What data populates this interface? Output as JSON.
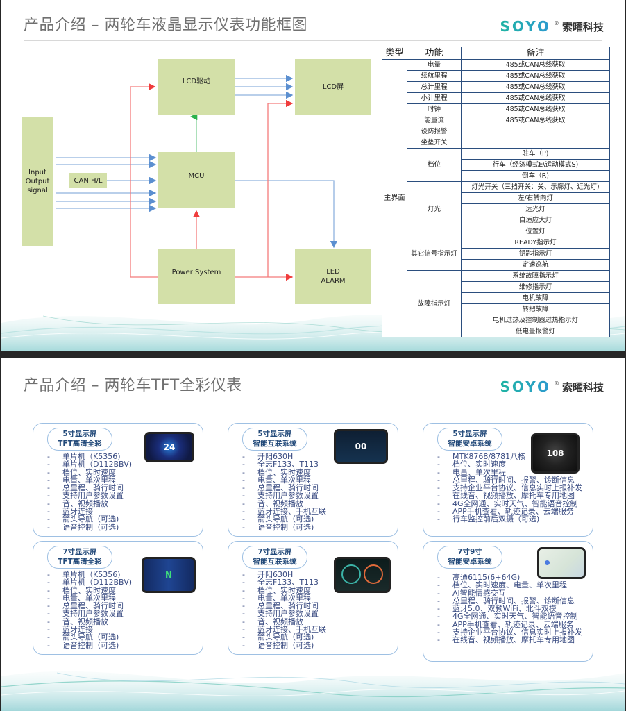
{
  "slide1": {
    "title": "产品介绍 – 两轮车液晶显示仪表功能框图",
    "logo": {
      "mark": "SOYO",
      "reg": "®",
      "cn": "索曜科技"
    },
    "diagram": {
      "blocks": {
        "io": "Input Output signal",
        "can": "CAN H/L",
        "lcd_driver": "LCD驱动",
        "lcd_screen": "LCD屏",
        "mcu": "MCU",
        "power": "Power System",
        "led_line1": "LED",
        "led_line2": "ALARM"
      },
      "colors": {
        "block": "#d3e0a8",
        "signal": "#5b8fd0",
        "power": "#f03c3c",
        "control": "#2bb24c"
      }
    },
    "table": {
      "headers": [
        "类型",
        "功能",
        "备注"
      ],
      "type_label": "主界面",
      "simple_rows": [
        {
          "func": "电量",
          "note": "485或CAN总线获取"
        },
        {
          "func": "续航里程",
          "note": "485或CAN总线获取"
        },
        {
          "func": "总计里程",
          "note": "485或CAN总线获取"
        },
        {
          "func": "小计里程",
          "note": "485或CAN总线获取"
        },
        {
          "func": "时钟",
          "note": "485或CAN总线获取"
        },
        {
          "func": "能量流",
          "note": "485或CAN总线获取"
        },
        {
          "func": "设防报警",
          "note": ""
        },
        {
          "func": "坐垫开关",
          "note": ""
        }
      ],
      "groups": [
        {
          "func": "档位",
          "notes": [
            "驻车（P)",
            "行车（经济模式E\\运动模式S)",
            "倒车（R)"
          ]
        },
        {
          "func": "灯光",
          "notes": [
            "灯光开关（三挡开关：关、示廓灯、近光灯)",
            "左/右转向灯",
            "远光灯",
            "自适应大灯",
            "位置灯"
          ]
        },
        {
          "func": "其它信号指示灯",
          "notes": [
            "READY指示灯",
            "钥匙指示灯",
            "定速巡航"
          ]
        },
        {
          "func": "故障指示灯",
          "notes": [
            "系统故障指示灯",
            "维修指示灯",
            "电机故障",
            "转把故障",
            "电机过热及控制器过热指示灯",
            "低电量报警灯"
          ]
        }
      ]
    }
  },
  "slide2": {
    "title": "产品介绍 – 两轮车TFT全彩仪表",
    "logo": {
      "mark": "SOYO",
      "reg": "®",
      "cn": "索曜科技"
    },
    "cards": [
      {
        "tag1": "5寸显示屏",
        "tag2": "TFT高清全彩",
        "screen": "24",
        "items": [
          "单片机（K5356)",
          "单片机（D112BBV)",
          "档位、实时速度",
          "电量、单次里程",
          "总里程、骑行时间",
          "支持用户参数设置",
          "音、视频播放",
          "蓝牙连接",
          "箭头导航（可选)",
          "语音控制（可选)"
        ]
      },
      {
        "tag1": "5寸显示屏",
        "tag2": "智能互联系统",
        "screen": "00",
        "items": [
          "开阳630H",
          "全志F133、T113",
          "档位、实时速度",
          "电量、单次里程",
          "总里程、骑行时间",
          "支持用户参数设置",
          "音、视频播放",
          "蓝牙连接、手机互联",
          "箭头导航（可选)",
          "语音控制（可选)"
        ]
      },
      {
        "tag1": "5寸显示屏",
        "tag2": "智能安卓系统",
        "screen": "108",
        "items": [
          "MTK8768/8781八核",
          "档位、实时速度",
          "电量、单次里程",
          "总里程、骑行时间、报警、诊断信息",
          "支持企业平台协议、信息实时上报补发",
          "在线音、视频播放、摩托车专用地图",
          "4G全网通、实时天气、智能语音控制",
          "APP手机查看、轨迹记录、云端服务",
          "行车监控前后双摄（可选)"
        ]
      },
      {
        "tag1": "7寸显示屏",
        "tag2": "TFT高清全彩",
        "screen": "N",
        "items": [
          "单片机（K5356)",
          "单片机（D112BBV)",
          "档位、实时速度",
          "电量、单次里程",
          "总里程、骑行时间",
          "支持用户参数设置",
          "音、视频播放",
          "蓝牙连接",
          "箭头导航（可选)",
          "语音控制（可选)"
        ]
      },
      {
        "tag1": "7寸显示屏",
        "tag2": "智能互联系统",
        "screen": "",
        "items": [
          "开阳630H",
          "全志F133、T113",
          "档位、实时速度",
          "电量、单次里程",
          "总里程、骑行时间",
          "支持用户参数设置",
          "音、视频播放",
          "蓝牙连接、手机互联",
          "箭头导航（可选)",
          "语音控制（可选)"
        ]
      },
      {
        "tag1": "7寸9寸",
        "tag2": "智能安卓系统",
        "screen": "",
        "items": [
          "高通6115(6+64G)",
          "档位、实时速度、电量、单次里程",
          "AI智能情感交互",
          "总里程、骑行时间、报警、诊断信息",
          "蓝牙5.0、双频WiFi、北斗双模",
          "4G全网通、实时天气、智能语音控制",
          "APP手机查看、轨迹记录、云端服务",
          "支持企业平台协议、信息实时上报补发",
          "在线音、视频播放、摩托车专用地图"
        ]
      }
    ]
  }
}
